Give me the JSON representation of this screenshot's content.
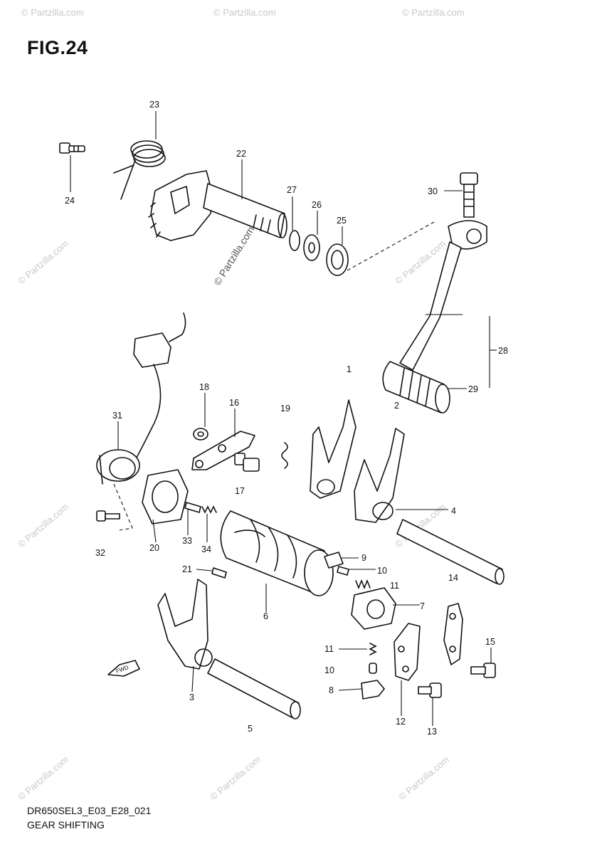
{
  "figure": {
    "title": "FIG.24",
    "diagram_code": "DR650SEL3_E03_E28_021",
    "diagram_name": "GEAR SHIFTING"
  },
  "watermark": {
    "text": "© Partzilla.com"
  },
  "callouts": [
    {
      "id": "c1",
      "label": "1"
    },
    {
      "id": "c2",
      "label": "2"
    },
    {
      "id": "c3",
      "label": "3"
    },
    {
      "id": "c4",
      "label": "4"
    },
    {
      "id": "c5",
      "label": "5"
    },
    {
      "id": "c6",
      "label": "6"
    },
    {
      "id": "c7",
      "label": "7"
    },
    {
      "id": "c8",
      "label": "8"
    },
    {
      "id": "c9",
      "label": "9"
    },
    {
      "id": "c10a",
      "label": "10"
    },
    {
      "id": "c10b",
      "label": "10"
    },
    {
      "id": "c11a",
      "label": "11"
    },
    {
      "id": "c11b",
      "label": "11"
    },
    {
      "id": "c12",
      "label": "12"
    },
    {
      "id": "c13",
      "label": "13"
    },
    {
      "id": "c14",
      "label": "14"
    },
    {
      "id": "c15",
      "label": "15"
    },
    {
      "id": "c16",
      "label": "16"
    },
    {
      "id": "c17",
      "label": "17"
    },
    {
      "id": "c18",
      "label": "18"
    },
    {
      "id": "c19",
      "label": "19"
    },
    {
      "id": "c20",
      "label": "20"
    },
    {
      "id": "c21",
      "label": "21"
    },
    {
      "id": "c22",
      "label": "22"
    },
    {
      "id": "c23",
      "label": "23"
    },
    {
      "id": "c24",
      "label": "24"
    },
    {
      "id": "c25",
      "label": "25"
    },
    {
      "id": "c26",
      "label": "26"
    },
    {
      "id": "c27",
      "label": "27"
    },
    {
      "id": "c28",
      "label": "28"
    },
    {
      "id": "c29",
      "label": "29"
    },
    {
      "id": "c30",
      "label": "30"
    },
    {
      "id": "c31",
      "label": "31"
    },
    {
      "id": "c32",
      "label": "32"
    },
    {
      "id": "c33",
      "label": "33"
    },
    {
      "id": "c34",
      "label": "34"
    }
  ],
  "fwd_label": "FWD"
}
